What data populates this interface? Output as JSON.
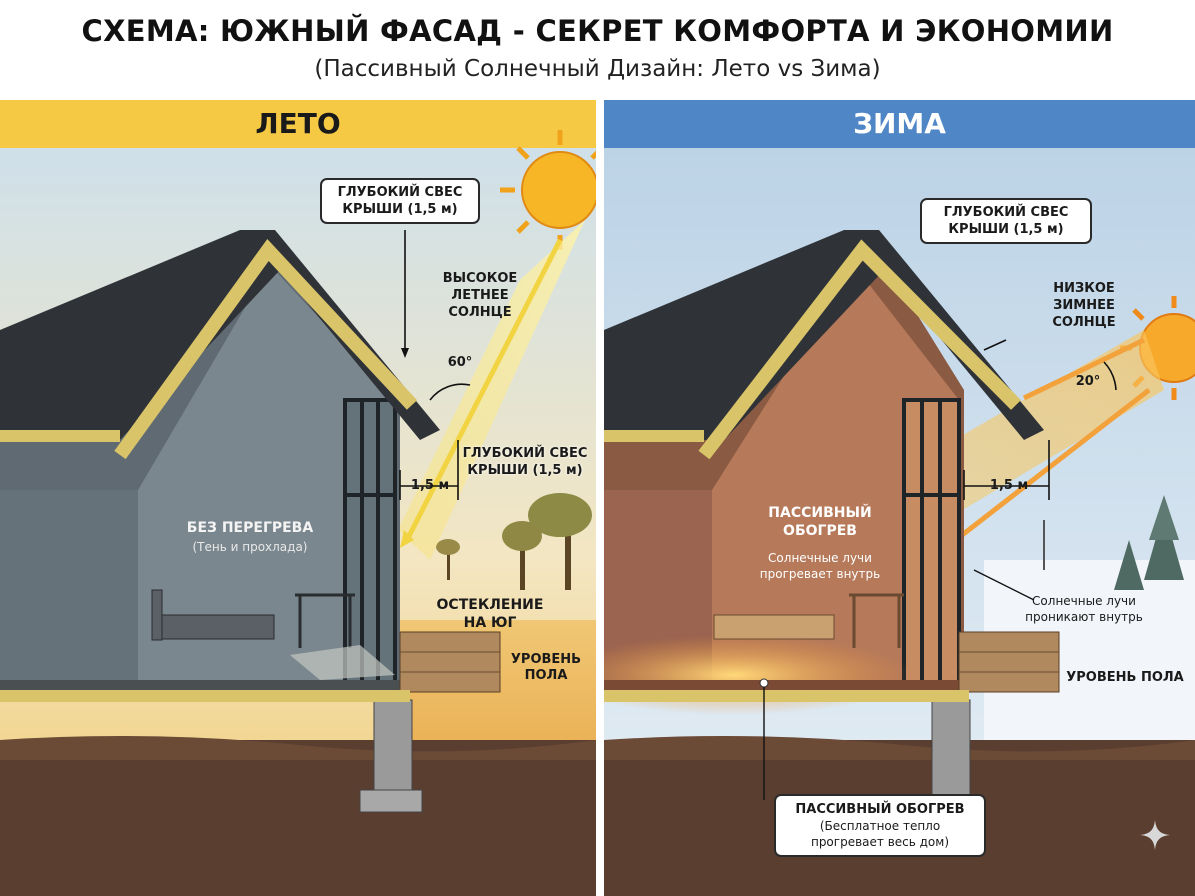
{
  "title": "СХЕМА: ЮЖНЫЙ ФАСАД - СЕКРЕТ КОМФОРТА И ЭКОНОМИИ",
  "subtitle": "(Пассивный Солнечный Дизайн: Лето vs Зима)",
  "colors": {
    "summer_header": "#f6c944",
    "winter_header": "#4f86c6",
    "roof": "#2f3338",
    "insulation": "#d9c46a",
    "ground": "#5a3e30",
    "sun": "#f7b626",
    "sunbeam_summer": "#f5e27a",
    "sunbeam_winter": "#f5b74a"
  },
  "summer": {
    "header": "ЛЕТО",
    "overhang_top": "ГЛУБОКИЙ СВЕС\nКРЫШИ (1,5 м)",
    "sun_label": "ВЫСОКОЕ\nЛЕТНЕЕ\nСОЛНЦЕ",
    "angle": "60°",
    "overhang_side": "ГЛУБОКИЙ СВЕС\nКРЫШИ (1,5 м)",
    "overhang_dim": "1,5 м",
    "no_overheat": "БЕЗ ПЕРЕГРЕВА",
    "no_overheat_sub": "(Тень и прохлада)",
    "glazing": "ОСТЕКЛЕНИЕ\nНА ЮГ",
    "floor_level": "УРОВЕНЬ\nПОЛА"
  },
  "winter": {
    "header": "ЗИМА",
    "overhang_top": "ГЛУБОКИЙ СВЕС\nКРЫШИ (1,5 м)",
    "sun_label": "НИЗКОЕ\nЗИМНЕЕ\nСОЛНЦЕ",
    "angle": "20°",
    "overhang_dim": "1,5 м",
    "passive_heating": "ПАССИВНЫЙ\nОБОГРЕВ",
    "rays_warm": "Солнечные лучи\nпрогревает внутрь",
    "rays_enter": "Солнечные лучи\nпроникают внутрь",
    "floor_level": "УРОВЕНЬ ПОЛА",
    "bottom_title": "ПАССИВНЫЙ ОБОГРЕВ",
    "bottom_sub": "(Бесплатное тепло\nпрогревает весь дом)"
  }
}
